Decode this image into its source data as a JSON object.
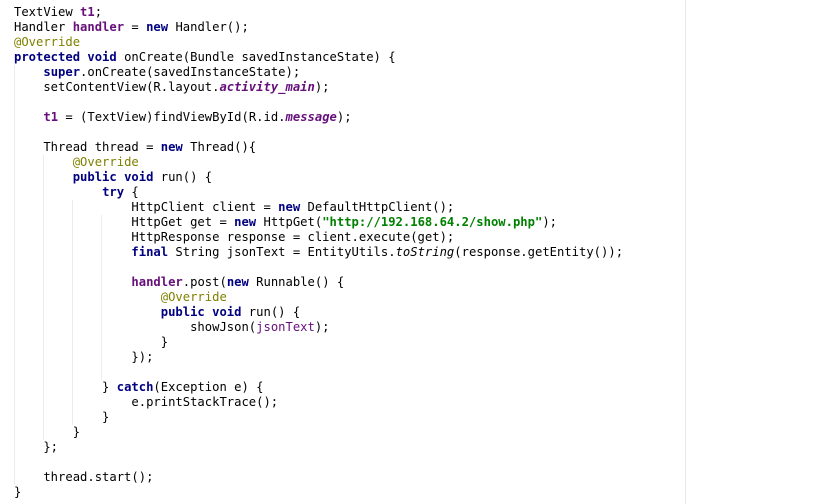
{
  "editor": {
    "lines": [
      [
        {
          "t": "TextView ",
          "c": "plain"
        },
        {
          "t": "t1",
          "c": "field"
        },
        {
          "t": ";",
          "c": "plain"
        }
      ],
      [
        {
          "t": "Handler ",
          "c": "plain"
        },
        {
          "t": "handler",
          "c": "field"
        },
        {
          "t": " = ",
          "c": "plain"
        },
        {
          "t": "new",
          "c": "kw"
        },
        {
          "t": " Handler();",
          "c": "plain"
        }
      ],
      [
        {
          "t": "@Override",
          "c": "ann"
        }
      ],
      [
        {
          "t": "protected void",
          "c": "kw"
        },
        {
          "t": " onCreate(Bundle savedInstanceState) {",
          "c": "plain"
        }
      ],
      [
        {
          "t": "    ",
          "c": "plain"
        },
        {
          "t": "super",
          "c": "kw"
        },
        {
          "t": ".onCreate(savedInstanceState);",
          "c": "plain"
        }
      ],
      [
        {
          "t": "    setContentView(R.layout.",
          "c": "plain"
        },
        {
          "t": "activity_main",
          "c": "static-field"
        },
        {
          "t": ");",
          "c": "plain"
        }
      ],
      [
        {
          "t": "",
          "c": "plain"
        }
      ],
      [
        {
          "t": "    ",
          "c": "plain"
        },
        {
          "t": "t1",
          "c": "field"
        },
        {
          "t": " = (TextView)findViewById(R.id.",
          "c": "plain"
        },
        {
          "t": "message",
          "c": "static-field"
        },
        {
          "t": ");",
          "c": "plain"
        }
      ],
      [
        {
          "t": "",
          "c": "plain"
        }
      ],
      [
        {
          "t": "    Thread thread = ",
          "c": "plain"
        },
        {
          "t": "new",
          "c": "kw"
        },
        {
          "t": " Thread(){",
          "c": "plain"
        }
      ],
      [
        {
          "t": "        ",
          "c": "plain"
        },
        {
          "t": "@Override",
          "c": "ann"
        }
      ],
      [
        {
          "t": "        ",
          "c": "plain"
        },
        {
          "t": "public void",
          "c": "kw"
        },
        {
          "t": " run() {",
          "c": "plain"
        }
      ],
      [
        {
          "t": "            ",
          "c": "plain"
        },
        {
          "t": "try",
          "c": "kw"
        },
        {
          "t": " {",
          "c": "plain"
        }
      ],
      [
        {
          "t": "                HttpClient client = ",
          "c": "plain"
        },
        {
          "t": "new",
          "c": "kw"
        },
        {
          "t": " DefaultHttpClient();",
          "c": "plain"
        }
      ],
      [
        {
          "t": "                HttpGet get = ",
          "c": "plain"
        },
        {
          "t": "new",
          "c": "kw"
        },
        {
          "t": " HttpGet(",
          "c": "plain"
        },
        {
          "t": "\"http://192.168.64.2/show.php\"",
          "c": "str"
        },
        {
          "t": ");",
          "c": "plain"
        }
      ],
      [
        {
          "t": "                HttpResponse response = client.execute(get);",
          "c": "plain"
        }
      ],
      [
        {
          "t": "                ",
          "c": "plain"
        },
        {
          "t": "final",
          "c": "kw"
        },
        {
          "t": " String jsonText = EntityUtils.",
          "c": "plain"
        },
        {
          "t": "toString",
          "c": "italic"
        },
        {
          "t": "(response.getEntity());",
          "c": "plain"
        }
      ],
      [
        {
          "t": "",
          "c": "plain"
        }
      ],
      [
        {
          "t": "                ",
          "c": "plain"
        },
        {
          "t": "handler",
          "c": "field"
        },
        {
          "t": ".post(",
          "c": "plain"
        },
        {
          "t": "new",
          "c": "kw"
        },
        {
          "t": " Runnable() {",
          "c": "plain"
        }
      ],
      [
        {
          "t": "                    ",
          "c": "plain"
        },
        {
          "t": "@Override",
          "c": "ann"
        }
      ],
      [
        {
          "t": "                    ",
          "c": "plain"
        },
        {
          "t": "public void",
          "c": "kw"
        },
        {
          "t": " run() {",
          "c": "plain"
        }
      ],
      [
        {
          "t": "                        showJson(",
          "c": "plain"
        },
        {
          "t": "jsonText",
          "c": "param"
        },
        {
          "t": ");",
          "c": "plain"
        }
      ],
      [
        {
          "t": "                    }",
          "c": "plain"
        }
      ],
      [
        {
          "t": "                });",
          "c": "plain"
        }
      ],
      [
        {
          "t": "",
          "c": "plain"
        }
      ],
      [
        {
          "t": "            } ",
          "c": "plain"
        },
        {
          "t": "catch",
          "c": "kw"
        },
        {
          "t": "(Exception e) {",
          "c": "plain"
        }
      ],
      [
        {
          "t": "                e.printStackTrace();",
          "c": "plain"
        }
      ],
      [
        {
          "t": "            }",
          "c": "plain"
        }
      ],
      [
        {
          "t": "        }",
          "c": "plain"
        }
      ],
      [
        {
          "t": "    };",
          "c": "plain"
        }
      ],
      [
        {
          "t": "",
          "c": "plain"
        }
      ],
      [
        {
          "t": "    thread.start();",
          "c": "plain"
        }
      ],
      [
        {
          "t": "}",
          "c": "plain"
        }
      ]
    ]
  }
}
